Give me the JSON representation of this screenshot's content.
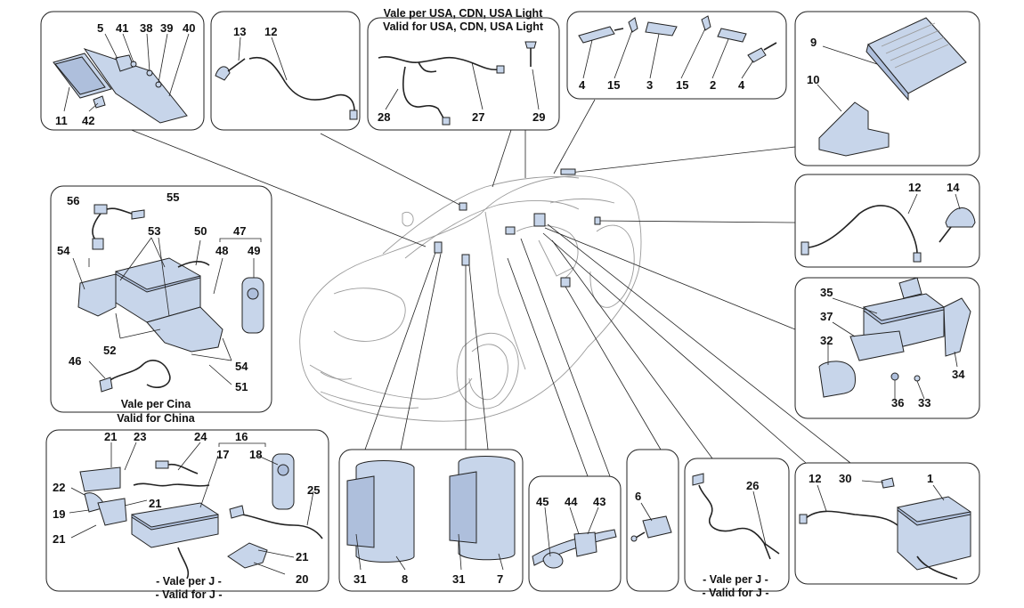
{
  "captions": {
    "usa_it": "Vale per USA, CDN, USA Light",
    "usa_en": "Valid for USA, CDN, USA Light",
    "china_it": "Vale per Cina",
    "china_en": "Valid for China",
    "japan_it_left": "- Vale per J -",
    "japan_en_left": "- Valid for J -",
    "japan_it_right": "- Vale per J -",
    "japan_en_right": "- Valid for J -"
  },
  "callouts": {
    "box_top_left": [
      "5",
      "41",
      "38",
      "39",
      "40",
      "11",
      "42"
    ],
    "box_antenna": [
      "13",
      "12"
    ],
    "box_usa": [
      "28",
      "27",
      "29"
    ],
    "box_sensors": [
      "4",
      "15",
      "3",
      "15",
      "2",
      "4"
    ],
    "box_amp": [
      "9",
      "10"
    ],
    "box_china": [
      "56",
      "55",
      "53",
      "50",
      "47",
      "54",
      "48",
      "49",
      "52",
      "54",
      "46",
      "51"
    ],
    "box_right_antenna": [
      "12",
      "14"
    ],
    "box_head_unit": [
      "35",
      "37",
      "32",
      "34",
      "36",
      "33"
    ],
    "box_japan": [
      "21",
      "23",
      "24",
      "16",
      "17",
      "18",
      "22",
      "21",
      "19",
      "21",
      "25",
      "21",
      "20"
    ],
    "box_speakers": [
      "31",
      "8",
      "31",
      "7"
    ],
    "box_usb": [
      "45",
      "44",
      "43"
    ],
    "box_gps": [
      "6"
    ],
    "box_japan_harness": [
      "26"
    ],
    "box_module": [
      "12",
      "30",
      "1"
    ]
  }
}
